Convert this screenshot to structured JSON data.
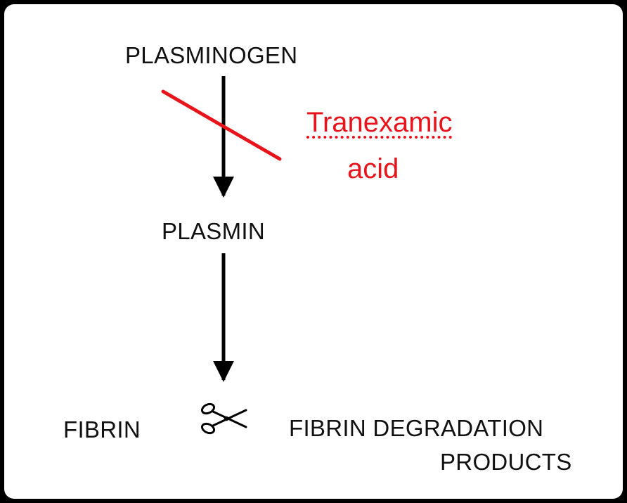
{
  "nodes": {
    "plasminogen": "PLASMINOGEN",
    "plasmin": "PLASMIN",
    "fibrin": "FIBRIN",
    "fibrin_degradation_products": {
      "line1": "FIBRIN DEGRADATION",
      "line2": "PRODUCTS"
    }
  },
  "inhibitor": {
    "line1": "Tranexamic",
    "line2": "acid",
    "color": "#e8141c"
  },
  "icons": {
    "cleavage": "scissors-icon"
  },
  "colors": {
    "text": "#111111",
    "arrow": "#000000",
    "inhibition": "#e8141c"
  }
}
